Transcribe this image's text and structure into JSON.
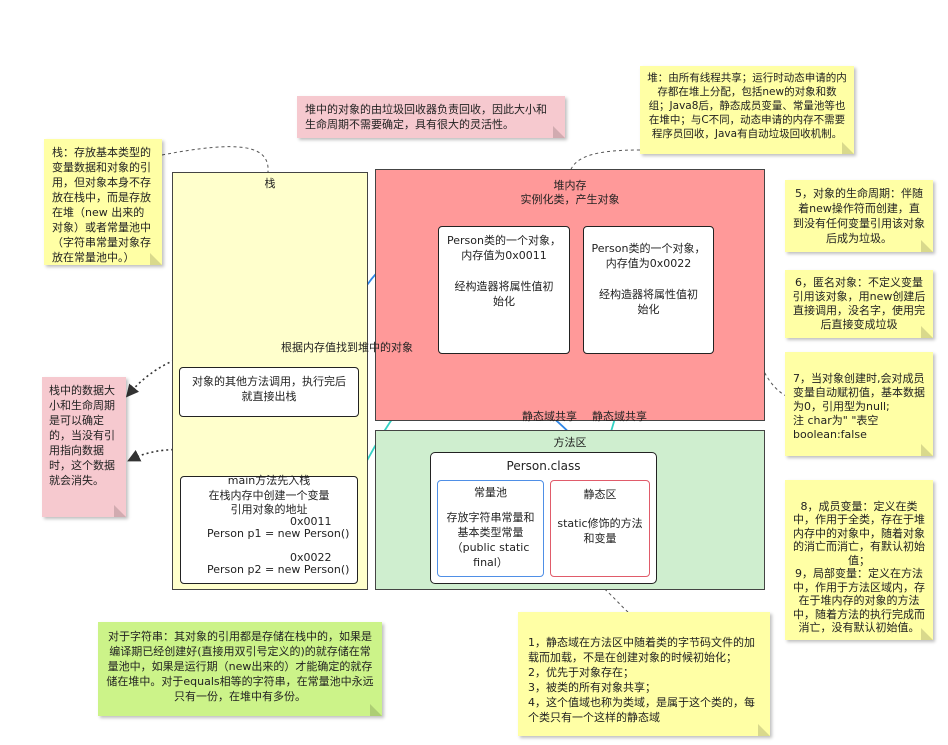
{
  "notes": {
    "gc_note": "堆中的对象的由垃圾回收器负责回收，因此大小和生命周期不需要确定，具有很大的灵活性。",
    "heap_note": "堆：由所有线程共享；运行时动态申请的内存都在堆上分配，包括new的对象和数组；Java8后，静态成员变量、常量池等也在堆中；与C不同，动态申请的内存不需要程序员回收，Java有自动垃圾回收机制。",
    "stack_note": "栈：存放基本类型的变量数据和对象的引用，但对象本身不存放在栈中，而是存放在堆（new 出来的对象）或者常量池中（字符串常量对象存放在常量池中。）",
    "stack_life_note": "栈中的数据大小和生命周期是可以确定的，当没有引用指向数据时，这个数据就会消失。",
    "string_note": "对于字符串：其对象的引用都是存储在栈中的，如果是编译期已经创建好(直接用双引号定义的)的就存储在常量池中，如果是运行期（new出来的）才能确定的就存储在堆中。对于equals相等的字符串，在常量池中永远只有一份，在堆中有多份。",
    "static_note": "1，静态域在方法区中随着类的字节码文件的加载而加载，不是在创建对象的时候初始化；\n2，优先于对象存在；\n3，被类的所有对象共享；\n4，这个值域也称为类域，是属于这个类的，每个类只有一个这样的静态域",
    "note5": "5，对象的生命周期：伴随着new操作符而创建，直到没有任何变量引用该对象后成为垃圾。",
    "note6": "6，匿名对象：不定义变量引用该对象，用new创建后直接调用，没名字，使用完后直接变成垃圾",
    "note7": "7，当对象创建时,会对成员变量自动赋初值，基本数据为0，引用型为null;\n注 char为\" \"表空\nboolean:false",
    "note8": "8，成员变量：定义在类中，作用于全类，存在于堆内存中的对象中，随着对象的消亡而消亡，有默认初始值；\n9，局部变量：定义在方法中，作用于方法区域内，存在于堆内存的对象的方法中，随着方法的执行完成而消亡，没有默认初始值。"
  },
  "stack": {
    "title": "栈",
    "other_methods": "对象的其他方法调用，执行完后就直接出栈",
    "main_lines": [
      "main方法先入栈",
      "在栈内存中创建一个变量",
      "引用对象的地址"
    ],
    "addr1": "0x0011",
    "p1": "Person p1 = new Person()",
    "addr2": "0x0022",
    "p2": "Person p2 = new Person()"
  },
  "heap": {
    "title_line1": "堆内存",
    "title_line2": "实例化类，产生对象",
    "obj1_line1": "Person类的一个对象，",
    "obj1_line2": "内存值为0x0011",
    "obj1_body": "经构造器将属性值初始化",
    "obj2_line1": "Person类的一个对象，",
    "obj2_line2": "内存值为0x0022",
    "obj2_body": "经构造器将属性值初始化",
    "find_label": "根据内存值找到堆中的对象",
    "shared1": "静态域共享",
    "shared2": "静态域共享"
  },
  "method_area": {
    "title": "方法区",
    "class_name": "Person.class",
    "constant_pool_title": "常量池",
    "constant_pool_body": "存放字符串常量和基本类型常量（public static final）",
    "static_area_title": "静态区",
    "static_area_body": "static修饰的方法和变量"
  },
  "colors": {
    "note_yellow": "#ffffa5",
    "note_pink": "#f6c9cf",
    "note_green": "#ccf389",
    "stack_bg": "#ffffcc",
    "heap_bg": "#ff9999",
    "method_bg": "#cfeecf",
    "arrow_blue": "#2e86e8",
    "arrow_cyan": "#33d1c4",
    "pool_border": "#4f8fe6",
    "static_border": "#e05b6a"
  }
}
